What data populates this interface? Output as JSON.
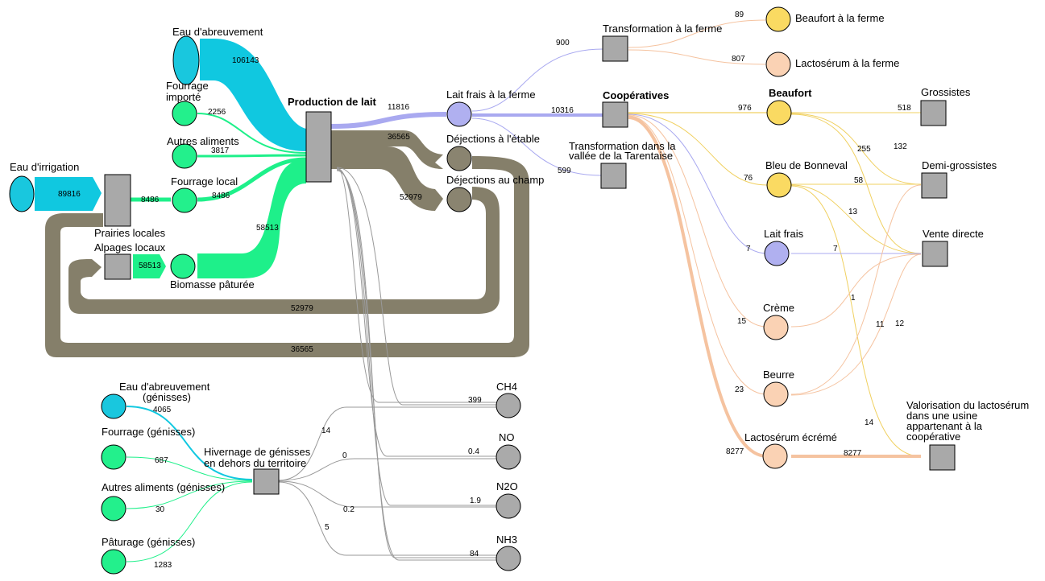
{
  "colors": {
    "water": "#10c8e0",
    "feed": "#1ef08a",
    "manure": "#857f6a",
    "milk": "#a9a9f0",
    "cheese": "#f0d060",
    "whey": "#f5c3a0",
    "gas": "#999999",
    "node_gray": "#aaaaaa",
    "node_water": "#19c7de",
    "node_feed": "#23f08c",
    "node_manure": "#8a8470",
    "node_milk": "#b0b0f0",
    "node_cheese": "#fada62",
    "node_whey": "#fad2b4",
    "node_gas": "#aaaaaa"
  },
  "nodes": {
    "eau_abreuvement": "Eau d'abreuvement",
    "fourrage_importe_1": "Fourrage",
    "fourrage_importe_2": "importé",
    "autres_aliments": "Autres aliments",
    "fourrage_local": "Fourrage local",
    "eau_irrigation": "Eau d'irrigation",
    "prairies_locales": "Prairies locales",
    "alpages_locaux": "Alpages locaux",
    "biomasse_paturee": "Biomasse pâturée",
    "production_lait": "Production de lait",
    "lait_frais_ferme": "Lait frais à la ferme",
    "dejections_etable": "Déjections à l'étable",
    "dejections_champ": "Déjections au champ",
    "transformation_ferme": "Transformation à la ferme",
    "cooperatives": "Coopératives",
    "transformation_vallee_1": "Transformation dans la",
    "transformation_vallee_2": "vallée de la Tarentaise",
    "beaufort_ferme": "Beaufort à la ferme",
    "lactoserum_ferme": "Lactosérum à la ferme",
    "beaufort": "Beaufort",
    "bleu_bonneval": "Bleu de Bonneval",
    "lait_frais": "Lait frais",
    "creme": "Crème",
    "beurre": "Beurre",
    "lactoserum_ecreme": "Lactosérum écrémé",
    "grossistes": "Grossistes",
    "demi_grossistes": "Demi-grossistes",
    "vente_directe": "Vente directe",
    "valorisation_1": "Valorisation du lactosérum",
    "valorisation_2": "dans une usine",
    "valorisation_3": "appartenant à la",
    "valorisation_4": "coopérative",
    "eau_genisses_1": "Eau d'abreuvement",
    "eau_genisses_2": "(génisses)",
    "fourrage_genisses": "Fourrage (génisses)",
    "autres_genisses": "Autres aliments (génisses)",
    "paturage_genisses": "Pâturage (génisses)",
    "hivernage_1": "Hivernage de génisses",
    "hivernage_2": "en dehors du territoire",
    "ch4": "CH4",
    "no": "NO",
    "n2o": "N2O",
    "nh3": "NH3"
  },
  "flows": {
    "eau_abreuvement_prod": "106143",
    "fourrage_importe_prod": "2256",
    "autres_aliments_prod": "3817",
    "fourrage_local_prod": "8486",
    "irrigation_prairies": "89816",
    "prairies_fourrage": "8486",
    "alpages_biomasse": "58513",
    "biomasse_prod": "58513",
    "prod_lait_frais": "11816",
    "prod_dej_etable": "36565",
    "prod_dej_champ": "52979",
    "dej_champ_prairies": "52979",
    "dej_etable_prairies": "36565",
    "lait_transformation_ferme": "900",
    "lait_cooperatives": "10316",
    "lait_vallee": "599",
    "tf_beaufort_ferme": "89",
    "tf_lactoserum_ferme": "807",
    "coop_beaufort": "976",
    "coop_bleu": "76",
    "coop_lait_frais": "7",
    "coop_creme": "15",
    "coop_beurre": "23",
    "coop_lactoserum": "8277",
    "beaufort_grossistes": "518",
    "beaufort_demi": "255",
    "beaufort_vente": "132",
    "bleu_demi": "58",
    "bleu_vente": "13",
    "laitfrais_vente": "7",
    "creme_vente": "1",
    "beurre_demi": "11",
    "beurre_vente": "12",
    "bleu_valorisation": "14",
    "lactoserum_valorisation": "8277",
    "eau_genisses": "4065",
    "fourrage_genisses": "687",
    "autres_genisses": "30",
    "paturage_genisses": "1283",
    "ch4": "399",
    "no": "0.4",
    "n2o": "1.9",
    "nh3": "84",
    "hiv_ch4": "14",
    "hiv_no": "0",
    "hiv_n2o": "0.2",
    "hiv_nh3": "5"
  }
}
